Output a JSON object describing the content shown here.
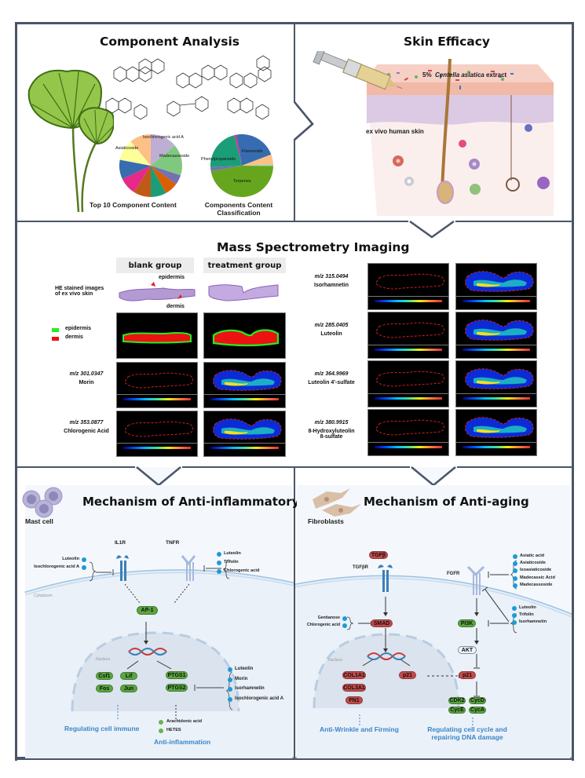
{
  "sections": {
    "component_analysis": {
      "title": "Component Analysis",
      "pie1_caption": "Top 10 Component Content",
      "pie1_labels": [
        "Asiaticoside",
        "Isochlorogenic acid A",
        "Madecassoside"
      ],
      "pie2_caption_line1": "Components Content",
      "pie2_caption_line2": "Classification",
      "pie2_labels": [
        "Flavonoids",
        "Phenylpropanoids",
        "Terpenes"
      ]
    },
    "skin_efficacy": {
      "title": "Skin Efficacy",
      "extract_prefix": "5%",
      "extract_species": "Centella asiatica",
      "extract_suffix": "extract",
      "skin_label": "ex vivo human skin"
    },
    "msi": {
      "title": "Mass Spectrometry Imaging",
      "group_blank": "blank group",
      "group_treatment": "treatment group",
      "he_label_line1": "HE stained images",
      "he_label_line2": "of ex vivo skin",
      "arrow_epidermis": "epidermis",
      "arrow_dermis": "dermis",
      "legend": [
        {
          "label": "epidermis",
          "color": "#22ee22"
        },
        {
          "label": "dermis",
          "color": "#ee1111"
        }
      ],
      "left_rows": [
        {
          "mz": "m/z 301.0347",
          "name": "Morin"
        },
        {
          "mz": "m/z 353.0877",
          "name": "Chlorogenic Acid"
        }
      ],
      "right_rows": [
        {
          "mz": "m/z 315.0494",
          "name": "Isorhamnetin",
          "name2": ""
        },
        {
          "mz": "m/z 285.0405",
          "name": "Luteolin",
          "name2": ""
        },
        {
          "mz": "m/z 364.9969",
          "name": "Luteolin 4'-sulfate",
          "name2": ""
        },
        {
          "mz": "m/z 380.9915",
          "name": "8-Hydroxyluteolin",
          "name2": "8-sulfate"
        }
      ]
    },
    "anti_inflammatory": {
      "title": "Mechanism of Anti-inflammatory",
      "cell_label": "Mast cell",
      "receptor1": "IL1R",
      "receptor2": "TNFR",
      "inhib1": [
        "Luteolin",
        "Isochlorogenic acid A"
      ],
      "inhib2": [
        "Luteolin",
        "Trifolin",
        "Chlorogenic acid"
      ],
      "cytoplasm": "Cytoplasm",
      "nucleus": "Nucleus",
      "ap1": "AP-1",
      "genes_left": [
        "Csf1",
        "Lif",
        "Fos",
        "Jun"
      ],
      "genes_right": [
        "PTGS1",
        "PTGS2"
      ],
      "inhib3": [
        "Luteolin",
        "Morin",
        "Isorhamnetin",
        "Isochlorogenic acid A"
      ],
      "outcome_left": "Regulating cell immune",
      "metabolites": [
        "Arachidonic acid",
        "HETES"
      ],
      "outcome_right": "Anti-inflammation"
    },
    "anti_aging": {
      "title": "Mechanism of Anti-aging",
      "cell_label": "Fibroblasts",
      "tgfb": "TGFβ",
      "tgfbr": "TGFβR",
      "fgfr": "FGFR",
      "inhib_fgfr": [
        "Asiatic acid",
        "Asiaticoside",
        "Isoasiaticoside",
        "Madecassic Acid",
        "Madecassoside"
      ],
      "activators_smad": [
        "Gentianose",
        "Chlorogenic acid"
      ],
      "smad": "SMAD",
      "pi3k": "PI3K",
      "inhib_pi3k": [
        "Luteolin",
        "Trifolin",
        "Isorhamnetin"
      ],
      "akt": "AKT",
      "nucleus": "Nucleus",
      "collagen_genes": [
        "COL1A1",
        "COL3A1",
        "FN1"
      ],
      "p21_nuclear": "p21",
      "p21_cyto": "p21",
      "cyclins": [
        "CDK2",
        "CycD",
        "CycE",
        "CycA"
      ],
      "outcome_left": "Anti-Wrinkle and Firming",
      "outcome_right_line1": "Regulating cell cycle and",
      "outcome_right_line2": "repairing DNA damage"
    }
  },
  "chart_data": [
    {
      "type": "pie",
      "title": "Top 10 Component Content",
      "slices": [
        {
          "label": "Isochlorogenic acid A",
          "value": 14,
          "color": "#beaed4"
        },
        {
          "label": "Madecassoside",
          "value": 16,
          "color": "#7fc97f"
        },
        {
          "label": "",
          "value": 5,
          "color": "#7570b3"
        },
        {
          "label": "",
          "value": 7,
          "color": "#d95f02"
        },
        {
          "label": "",
          "value": 8,
          "color": "#1b9e77"
        },
        {
          "label": "",
          "value": 9,
          "color": "#bf5b17"
        },
        {
          "label": "",
          "value": 9,
          "color": "#e7298a"
        },
        {
          "label": "",
          "value": 10,
          "color": "#386cb0"
        },
        {
          "label": "",
          "value": 11,
          "color": "#ffff99"
        },
        {
          "label": "Asiaticoside",
          "value": 11,
          "color": "#fdc086"
        }
      ]
    },
    {
      "type": "pie",
      "title": "Components Content Classification",
      "slices": [
        {
          "label": "Flavonoids",
          "value": 22,
          "color": "#386cb0"
        },
        {
          "label": "",
          "value": 5,
          "color": "#fdc086"
        },
        {
          "label": "",
          "value": 1,
          "color": "#a6d8b0"
        },
        {
          "label": "Terpenes",
          "value": 47,
          "color": "#66a61e"
        },
        {
          "label": "",
          "value": 2,
          "color": "#7570b3"
        },
        {
          "label": "Phenylpropanoids",
          "value": 22,
          "color": "#1b9e77"
        },
        {
          "label": "",
          "value": 1,
          "color": "#e7298a"
        }
      ]
    }
  ]
}
